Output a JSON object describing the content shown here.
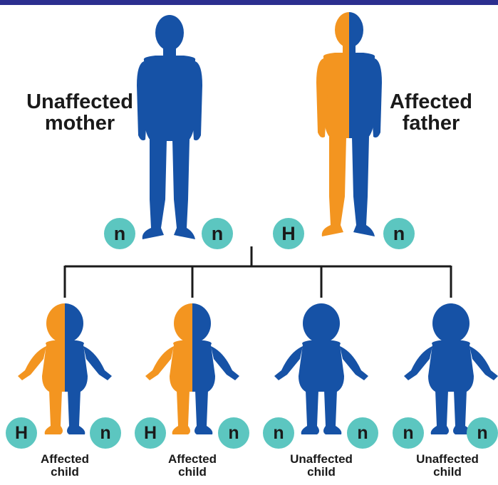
{
  "colors": {
    "affected": "#f39520",
    "unaffected": "#1652a6",
    "allele_circle": "#5cc6c0",
    "line": "#1a1a1a",
    "top_bar": "#2c2f8f"
  },
  "parents": {
    "mother": {
      "label_line1": "Unaffected",
      "label_line2": "mother",
      "alleles": [
        "n",
        "n"
      ]
    },
    "father": {
      "label_line1": "Affected",
      "label_line2": "father",
      "alleles": [
        "H",
        "n"
      ]
    }
  },
  "children": [
    {
      "label_line1": "Affected",
      "label_line2": "child",
      "alleles": [
        "H",
        "n"
      ]
    },
    {
      "label_line1": "Affected",
      "label_line2": "child",
      "alleles": [
        "H",
        "n"
      ]
    },
    {
      "label_line1": "Unaffected",
      "label_line2": "child",
      "alleles": [
        "n",
        "n"
      ]
    },
    {
      "label_line1": "Unaffected",
      "label_line2": "child",
      "alleles": [
        "n",
        "n"
      ]
    }
  ]
}
